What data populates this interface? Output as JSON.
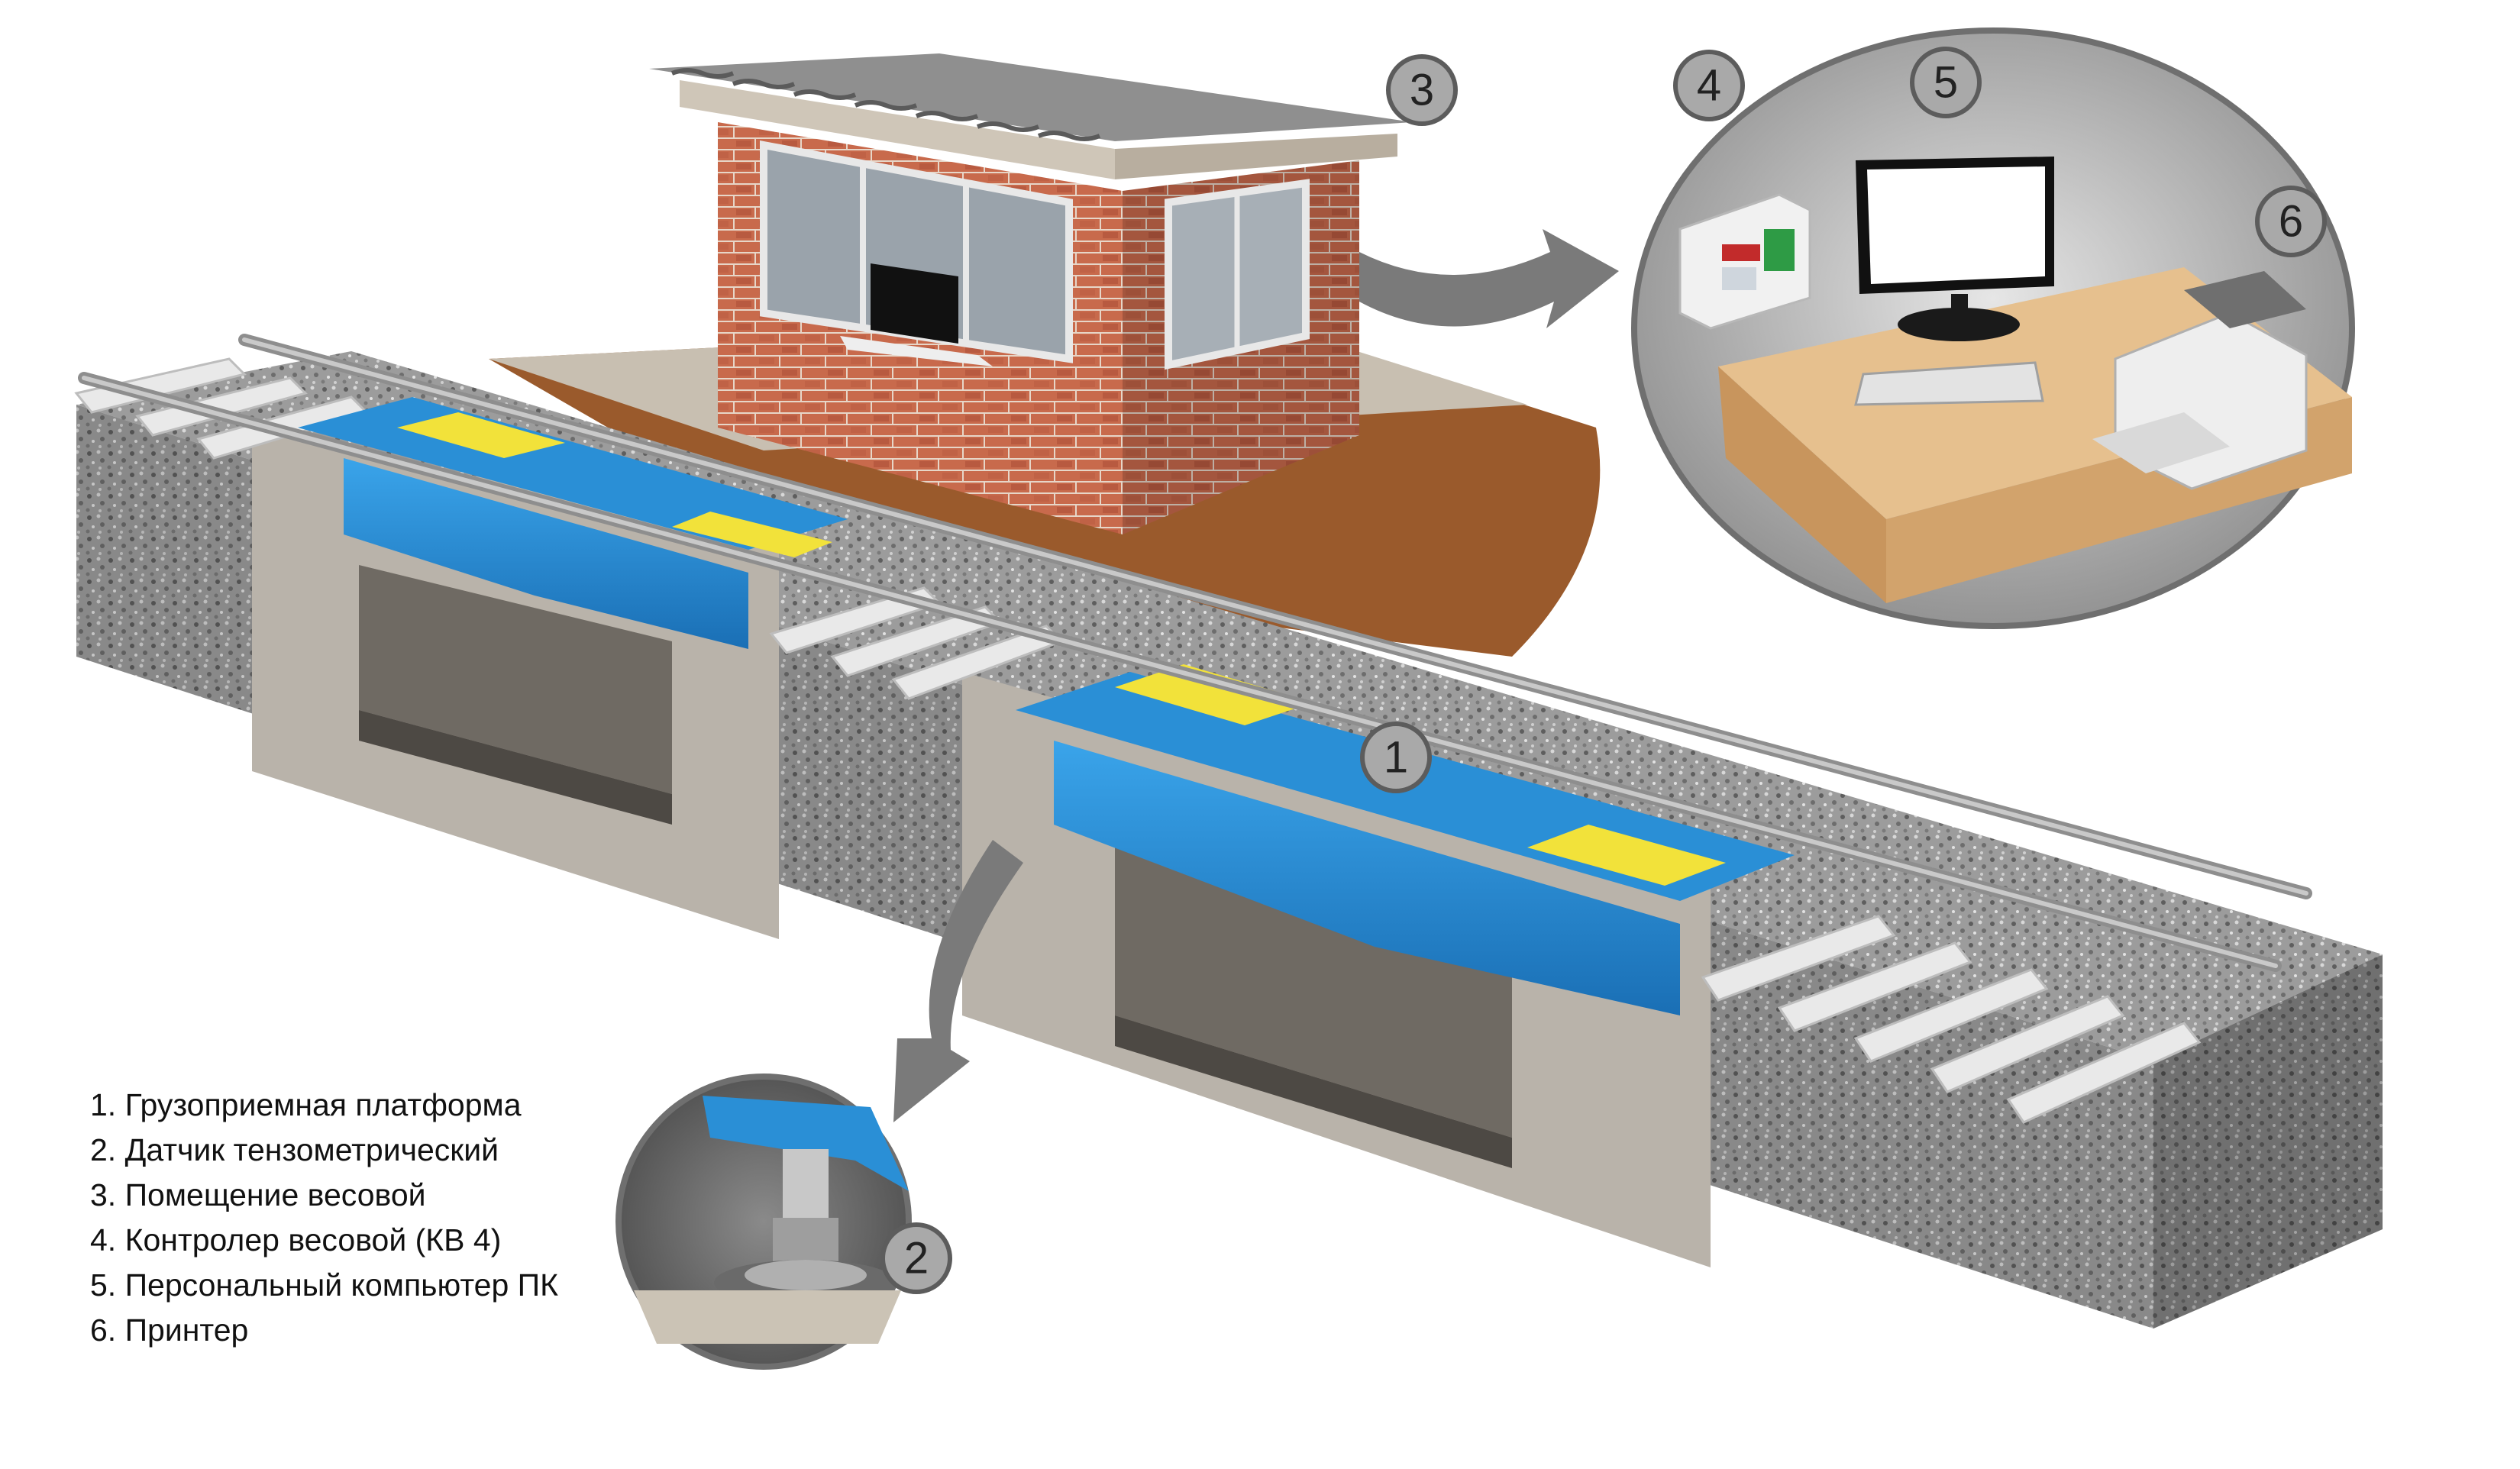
{
  "callouts": {
    "platform": "1",
    "load_cell": "2",
    "weighing_room": "3",
    "controller": "4",
    "computer": "5",
    "printer": "6"
  },
  "legend": [
    "1. Грузоприемная платформа",
    "2. Датчик тензометрический",
    "3. Помещение весовой",
    "4. Контролер весовой (КВ 4)",
    "5. Персональный компьютер ПК",
    "6. Принтер"
  ],
  "colors": {
    "platform_blue": "#2a8fd6",
    "platform_yellow": "#f2e23a",
    "concrete": "#b9b3aa",
    "gravel": "#8f8f8f",
    "brick": "#b4553a",
    "soil": "#9a5a2c",
    "desk": "#e6c08e",
    "callout_circle": "#a9a9a9"
  },
  "icons": {
    "arrow_to_room": "curved-arrow-icon",
    "arrow_to_sensor": "curved-arrow-icon"
  }
}
